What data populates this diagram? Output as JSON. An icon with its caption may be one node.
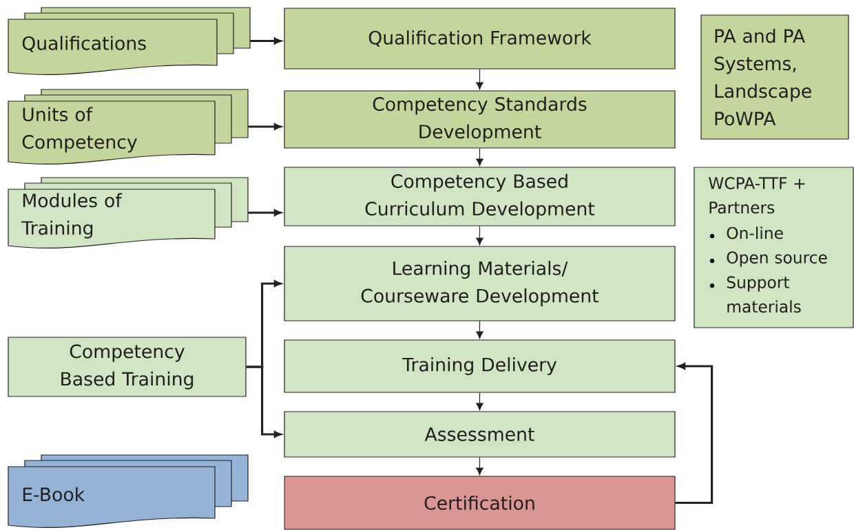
{
  "diagram": {
    "nodes": [
      {
        "text": [
          "Qualifications"
        ]
      },
      {
        "text": [
          "Qualification Framework"
        ]
      },
      {
        "text": [
          "Units of Competency"
        ]
      },
      {
        "text": [
          "Competency Standards Development"
        ]
      },
      {
        "text": [
          "Modules of Training"
        ]
      },
      {
        "text": [
          "Competency Based Curriculum Development"
        ]
      },
      {
        "text": [
          "Learning Materials/ Courseware Development"
        ]
      },
      {
        "text": [
          "Competency Based Training"
        ]
      },
      {
        "text": [
          "Training Delivery"
        ]
      },
      {
        "text": [
          "Assessment"
        ]
      },
      {
        "text": [
          "E-Book"
        ]
      },
      {
        "text": [
          "Certification"
        ]
      },
      {
        "text": [
          "PA and PA Systems, Landscape PoWPA"
        ]
      },
      {
        "text": [
          "WCPA-TTF + Partners",
          "On-line",
          "Open source",
          "Support materials"
        ]
      }
    ],
    "edges": [
      {
        "from": 0,
        "to": 1,
        "arrow": "to",
        "style": "thick"
      },
      {
        "from": 2,
        "to": 3,
        "arrow": "to",
        "style": "thick"
      },
      {
        "from": 4,
        "to": 5,
        "arrow": "to",
        "style": "thick"
      },
      {
        "from": 1,
        "to": 3,
        "arrow": "to"
      },
      {
        "from": 3,
        "to": 5,
        "arrow": "to"
      },
      {
        "from": 5,
        "to": 6,
        "arrow": "to"
      },
      {
        "from": 6,
        "to": 8,
        "arrow": "to"
      },
      {
        "from": 8,
        "to": 9,
        "arrow": "to"
      },
      {
        "from": 9,
        "to": 11,
        "arrow": "to"
      },
      {
        "from": 7,
        "to": 6,
        "arrow": "to",
        "style": "thick"
      },
      {
        "from": 7,
        "to": 9,
        "arrow": "to",
        "style": "thick"
      },
      {
        "from": 11,
        "to": 8,
        "arrow": "to",
        "style": "thick"
      }
    ]
  }
}
